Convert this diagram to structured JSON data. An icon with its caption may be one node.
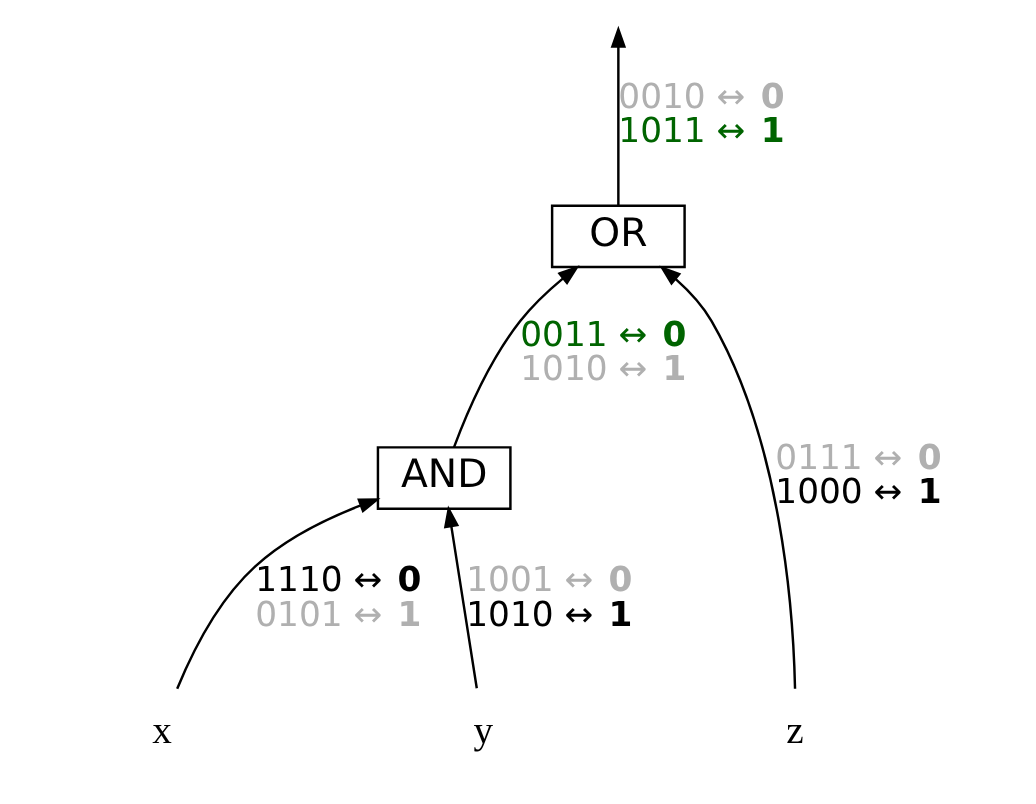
{
  "diagram": {
    "nodes": [
      {
        "text": [
          "OR"
        ]
      },
      {
        "text": [
          "AND"
        ]
      },
      {
        "text": [
          "x"
        ]
      },
      {
        "text": [
          "y"
        ]
      },
      {
        "text": [
          "z"
        ]
      }
    ],
    "edges": [
      {
        "from": 2,
        "to": 1,
        "arrow": "to",
        "label": "1110 ↔ **0** 0101 ↔ **1**"
      },
      {
        "from": 3,
        "to": 1,
        "arrow": "to",
        "label": "1001 ↔ **0** 1010 ↔ **1**"
      },
      {
        "from": 1,
        "to": 0,
        "arrow": "to",
        "label": "0011 ↔ **0** 1010 ↔ **1**"
      },
      {
        "from": 4,
        "to": 0,
        "arrow": "to",
        "label": "0111 ↔ **0** 1000 ↔ **1**"
      },
      {
        "from": 0,
        "to": null,
        "arrow": "to",
        "label": "0010 ↔ **0** 1011 ↔ **1**"
      }
    ]
  }
}
